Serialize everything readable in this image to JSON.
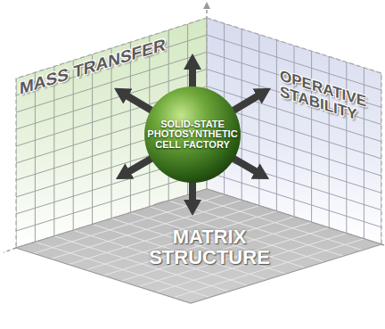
{
  "diagram": {
    "nodes": [
      {
        "text": [
          "MASS TRANSFER"
        ]
      },
      {
        "text": [
          "OPERATIVE STABILITY"
        ]
      },
      {
        "text": [
          "SOLID-STATE PHOTOSYNTHETIC CELL FACTORY"
        ]
      },
      {
        "text": [
          "MATRIX STRUCTURE"
        ]
      }
    ]
  }
}
